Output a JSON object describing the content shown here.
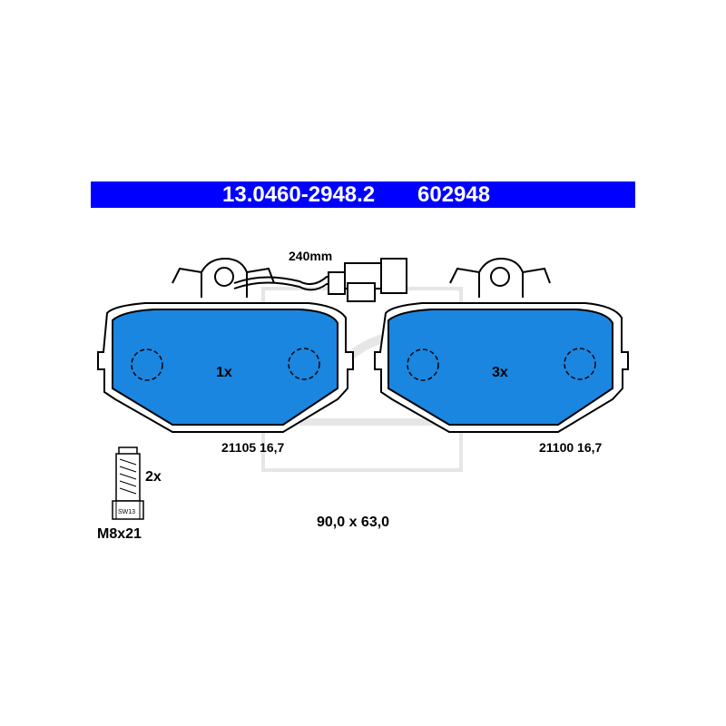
{
  "header": {
    "part_number": "13.0460-2948.2",
    "ref_number": "602948",
    "background_color": "#0000ff",
    "text_color": "#ffffff"
  },
  "sensor": {
    "length_label": "240mm"
  },
  "pad_left": {
    "quantity_label": "1x",
    "code_label": "21105 16,7"
  },
  "pad_right": {
    "quantity_label": "3x",
    "code_label": "21100 16,7"
  },
  "bolt": {
    "quantity_label": "2x",
    "head_label": "SW13",
    "size_label": "M8x21"
  },
  "dimensions_label": "90,0 x 63,0",
  "colors": {
    "pad_fill": "#1a86e0",
    "outline": "#000000"
  }
}
